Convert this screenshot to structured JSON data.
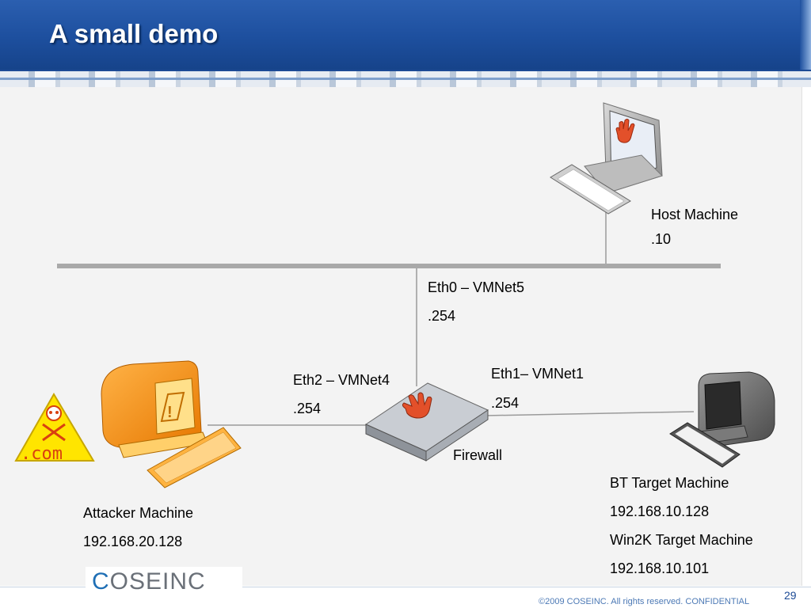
{
  "slide": {
    "title": "A small demo",
    "page_number": "29",
    "copyright": "©2009 COSEINC. All rights reserved. CONFIDENTIAL",
    "logo": {
      "first": "C",
      "rest": "OSEINC"
    }
  },
  "diagram": {
    "nodes": {
      "host": {
        "name": "Host Machine",
        "ip": ".10",
        "icon": "host-computer-icon"
      },
      "firewall": {
        "name": "Firewall",
        "icon": "firewall-appliance-icon"
      },
      "attacker": {
        "name": "Attacker Machine",
        "ip": "192.168.20.128",
        "icon": "attacker-computer-icon"
      },
      "target": {
        "name1": "BT Target Machine",
        "ip1": "192.168.10.128",
        "name2": "Win2K Target Machine",
        "ip2": "192.168.10.101",
        "icon": "target-computer-icon"
      },
      "warning": {
        "text": ".com",
        "icon": "skull-warning-icon"
      }
    },
    "interfaces": {
      "eth0": {
        "name": "Eth0 – VMNet5",
        "ip": ".254"
      },
      "eth1": {
        "name": "Eth1– VMNet1",
        "ip": ".254"
      },
      "eth2": {
        "name": "Eth2 – VMNet4",
        "ip": ".254"
      }
    }
  }
}
